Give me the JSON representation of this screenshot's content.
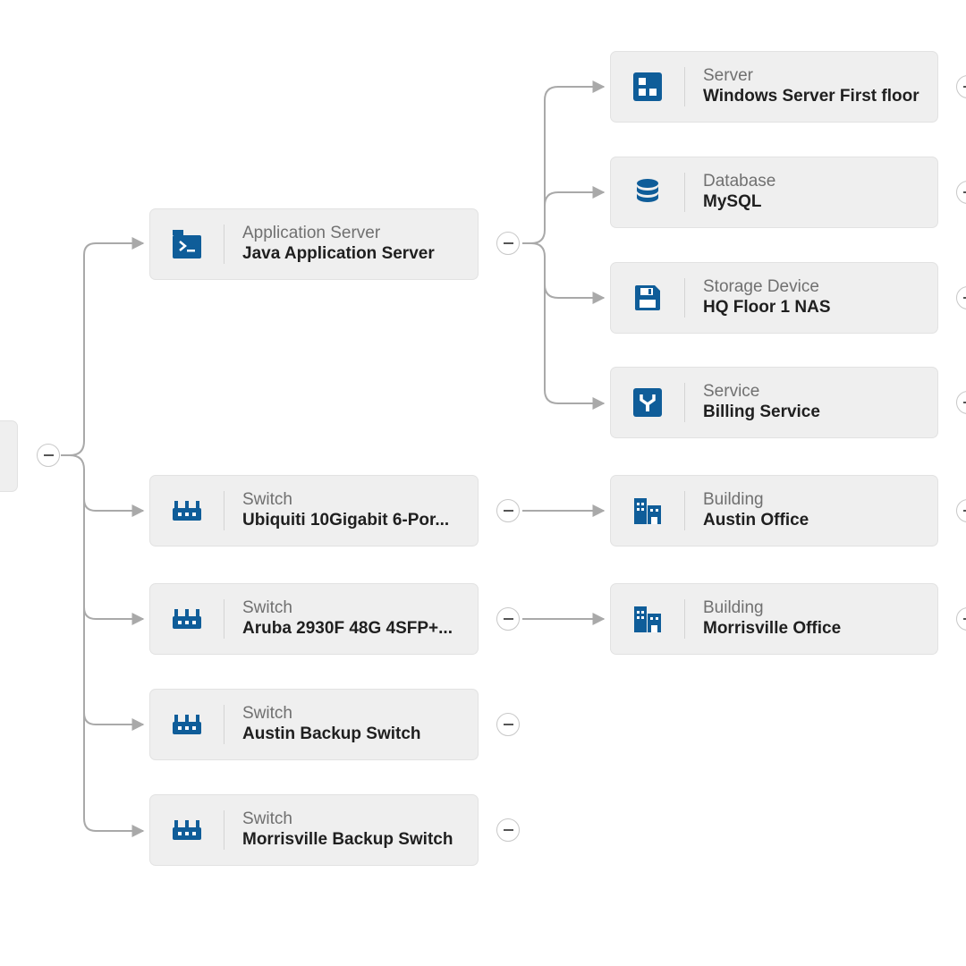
{
  "colors": {
    "accent": "#0f5d99",
    "connector": "#a9a9a9",
    "node_bg": "#efefef"
  },
  "middle_nodes": [
    {
      "icon": "application-server-icon",
      "type": "Application Server",
      "name": "Java Application Server"
    },
    {
      "icon": "switch-icon",
      "type": "Switch",
      "name": "Ubiquiti 10Gigabit 6-Por..."
    },
    {
      "icon": "switch-icon",
      "type": "Switch",
      "name": "Aruba 2930F 48G 4SFP+..."
    },
    {
      "icon": "switch-icon",
      "type": "Switch",
      "name": "Austin Backup Switch"
    },
    {
      "icon": "switch-icon",
      "type": "Switch",
      "name": "Morrisville Backup Switch"
    }
  ],
  "right_nodes": [
    {
      "icon": "server-icon",
      "type": "Server",
      "name": "Windows Server First floor"
    },
    {
      "icon": "database-icon",
      "type": "Database",
      "name": "MySQL"
    },
    {
      "icon": "storage-device-icon",
      "type": "Storage Device",
      "name": "HQ Floor 1 NAS"
    },
    {
      "icon": "service-icon",
      "type": "Service",
      "name": "Billing Service"
    },
    {
      "icon": "building-icon",
      "type": "Building",
      "name": "Austin Office"
    },
    {
      "icon": "building-icon",
      "type": "Building",
      "name": "Morrisville Office"
    }
  ]
}
